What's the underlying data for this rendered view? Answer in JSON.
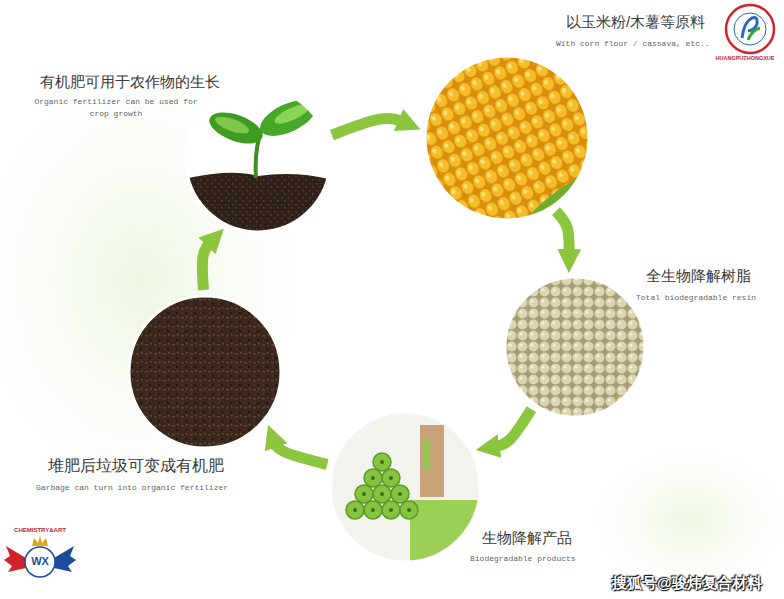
{
  "diagram": {
    "nodes": [
      {
        "text": [
          "有机肥可用于农作物的生长",
          "Organic fertilizer can be used for crop growth"
        ]
      },
      {
        "text": [
          "以玉米粉/木薯等原料",
          "With corn flour / cassava, etc.."
        ]
      },
      {
        "text": [
          "全生物降解树脂",
          "Total biodegradable resin"
        ]
      },
      {
        "text": [
          "生物降解产品",
          "Biodegradable products"
        ]
      },
      {
        "text": [
          "堆肥后垃圾可变成有机肥",
          "Garbage can turn into organic fertilizer"
        ]
      }
    ],
    "edges": [
      {
        "from": 0,
        "to": 1,
        "arrow": "to"
      },
      {
        "from": 1,
        "to": 2,
        "arrow": "to"
      },
      {
        "from": 2,
        "to": 3,
        "arrow": "to"
      },
      {
        "from": 3,
        "to": 4,
        "arrow": "to"
      },
      {
        "from": 4,
        "to": 0,
        "arrow": "to"
      }
    ],
    "labels": [
      "HUANGPUZHONGXUE",
      "CHEMISTRY&ART",
      "WX",
      "搜狐号@骏炜复合材料"
    ]
  }
}
